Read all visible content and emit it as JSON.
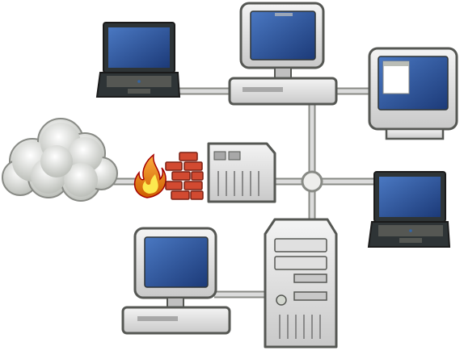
{
  "diagram": {
    "kind": "network-topology",
    "nodes": [
      {
        "id": "internet",
        "icon": "cloud-icon"
      },
      {
        "id": "firewall",
        "icon": "firewall-icon"
      },
      {
        "id": "router",
        "icon": "router-icon"
      },
      {
        "id": "hub",
        "icon": "network-hub-icon"
      },
      {
        "id": "laptop-top-left",
        "icon": "laptop-icon"
      },
      {
        "id": "desktop-top-center",
        "icon": "desktop-computer-icon"
      },
      {
        "id": "desktop-top-right",
        "icon": "desktop-computer-icon"
      },
      {
        "id": "laptop-right",
        "icon": "laptop-icon"
      },
      {
        "id": "desktop-bottom-left",
        "icon": "desktop-computer-icon"
      },
      {
        "id": "server-tower",
        "icon": "server-tower-icon"
      }
    ],
    "links": [
      [
        "internet",
        "firewall"
      ],
      [
        "firewall",
        "router"
      ],
      [
        "router",
        "hub"
      ],
      [
        "hub",
        "laptop-right"
      ],
      [
        "hub",
        "server-tower"
      ],
      [
        "laptop-top-left",
        "desktop-top-center"
      ],
      [
        "desktop-top-center",
        "desktop-top-right"
      ],
      [
        "desktop-bottom-left",
        "server-tower"
      ]
    ],
    "colors": {
      "screen_blue": "#1f3f7f",
      "screen_blue_light": "#3f6fb8",
      "device_gray": "#d9d9d9",
      "outline": "#555753",
      "cable": "#babdb6",
      "brick": "#d24a31",
      "flame": "#f57900"
    }
  }
}
